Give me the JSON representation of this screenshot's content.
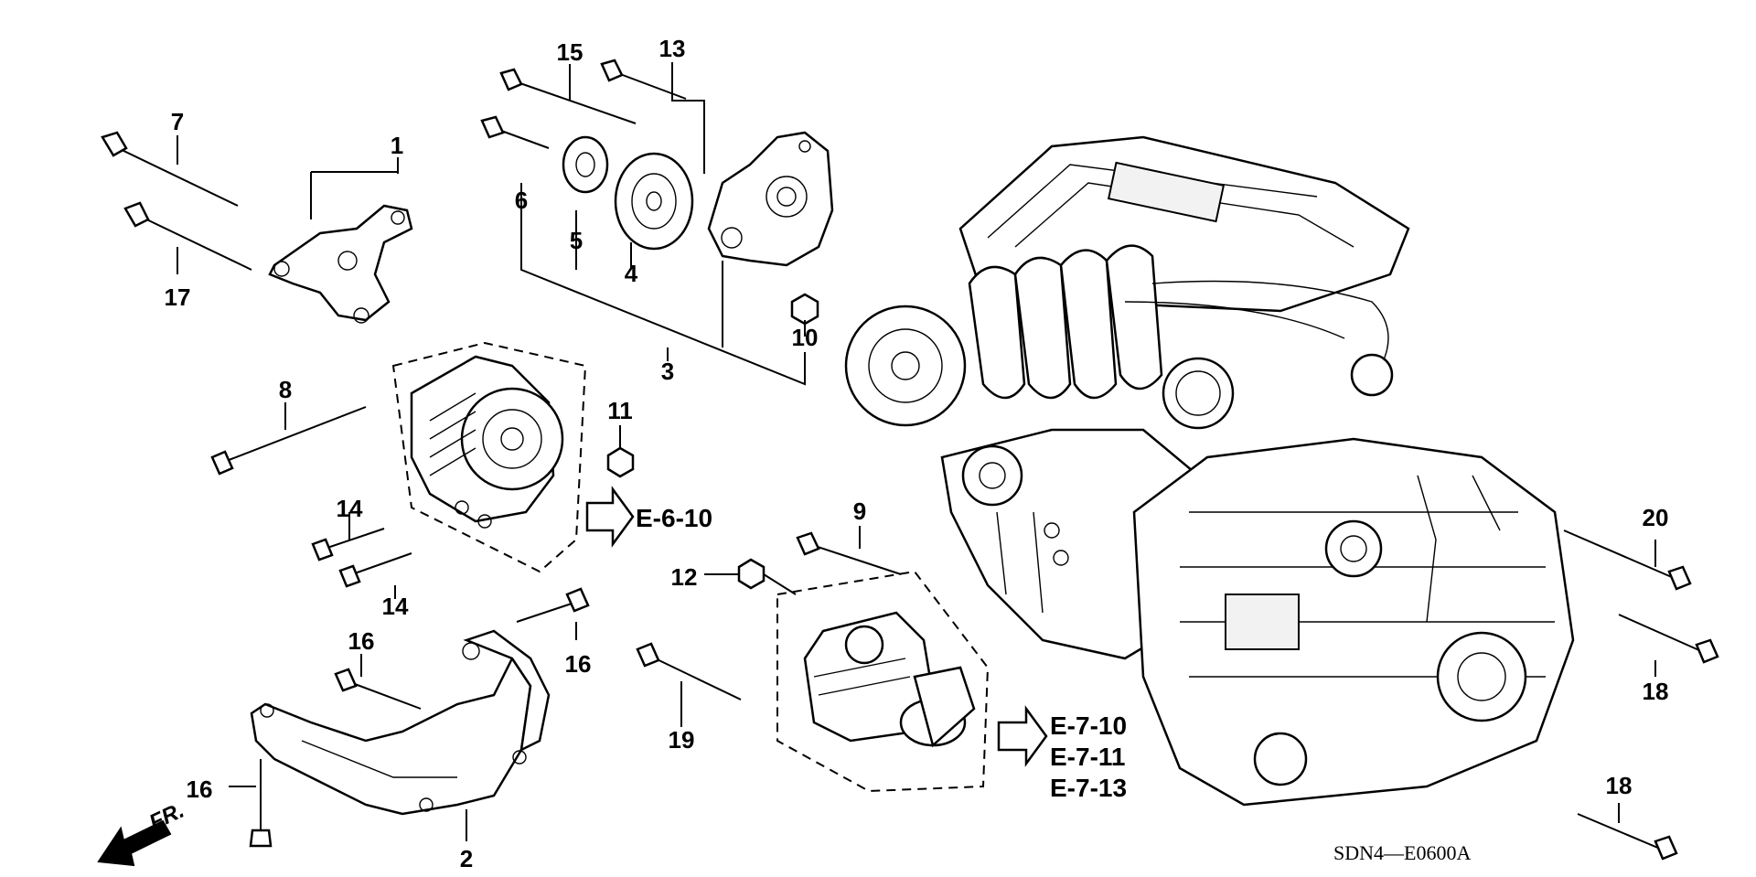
{
  "diagram_code": "SDN4—E0600A",
  "direction_label": "FR.",
  "references": {
    "alternator": "E-6-10",
    "starter_1": "E-7-10",
    "starter_2": "E-7-11",
    "starter_3": "E-7-13"
  },
  "callouts": {
    "c1": "1",
    "c2": "2",
    "c3": "3",
    "c4": "4",
    "c5": "5",
    "c6": "6",
    "c7": "7",
    "c8": "8",
    "c9": "9",
    "c10": "10",
    "c11": "11",
    "c12": "12",
    "c13": "13",
    "c14a": "14",
    "c14b": "14",
    "c15": "15",
    "c16a": "16",
    "c16b": "16",
    "c16c": "16",
    "c17": "17",
    "c18a": "18",
    "c18b": "18",
    "c19": "19",
    "c20": "20"
  }
}
